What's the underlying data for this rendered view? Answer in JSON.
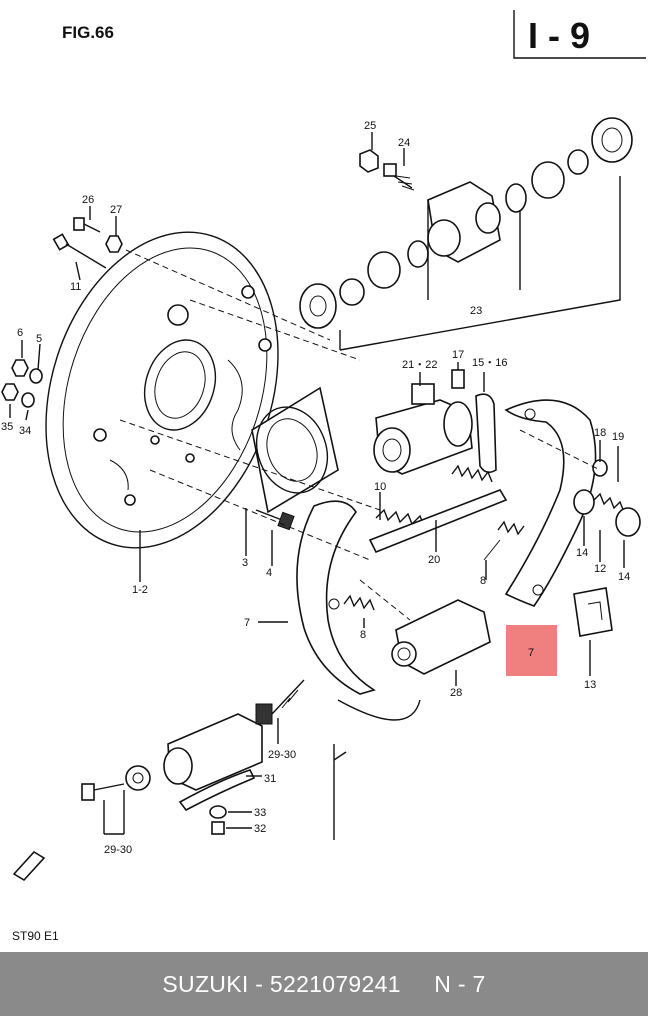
{
  "figure_label": "FIG.66",
  "page_code": "I - 9",
  "bottom_code": "ST90 E1",
  "highlight_label": "7",
  "highlight_color": "#f08080",
  "callouts": {
    "c25": "25",
    "c24": "24",
    "c26": "26",
    "c27": "27",
    "c11": "11",
    "c23": "23",
    "c6": "6",
    "c5": "5",
    "c35": "35",
    "c34": "34",
    "c21_22": "21・22",
    "c17": "17",
    "c15_16": "15・16",
    "c18": "18",
    "c19": "19",
    "c10": "10",
    "c20": "20",
    "c8a": "8",
    "c14a": "14",
    "c12": "12",
    "c14b": "14",
    "c1_2": "1-2",
    "c3": "3",
    "c4": "4",
    "c7": "7",
    "c8b": "8",
    "c28": "28",
    "c13": "13",
    "c29_30a": "29-30",
    "c31": "31",
    "c33": "33",
    "c32": "32",
    "c29_30b": "29-30"
  },
  "footer": {
    "text": "SUZUKI - 5221079241     N - 7"
  }
}
